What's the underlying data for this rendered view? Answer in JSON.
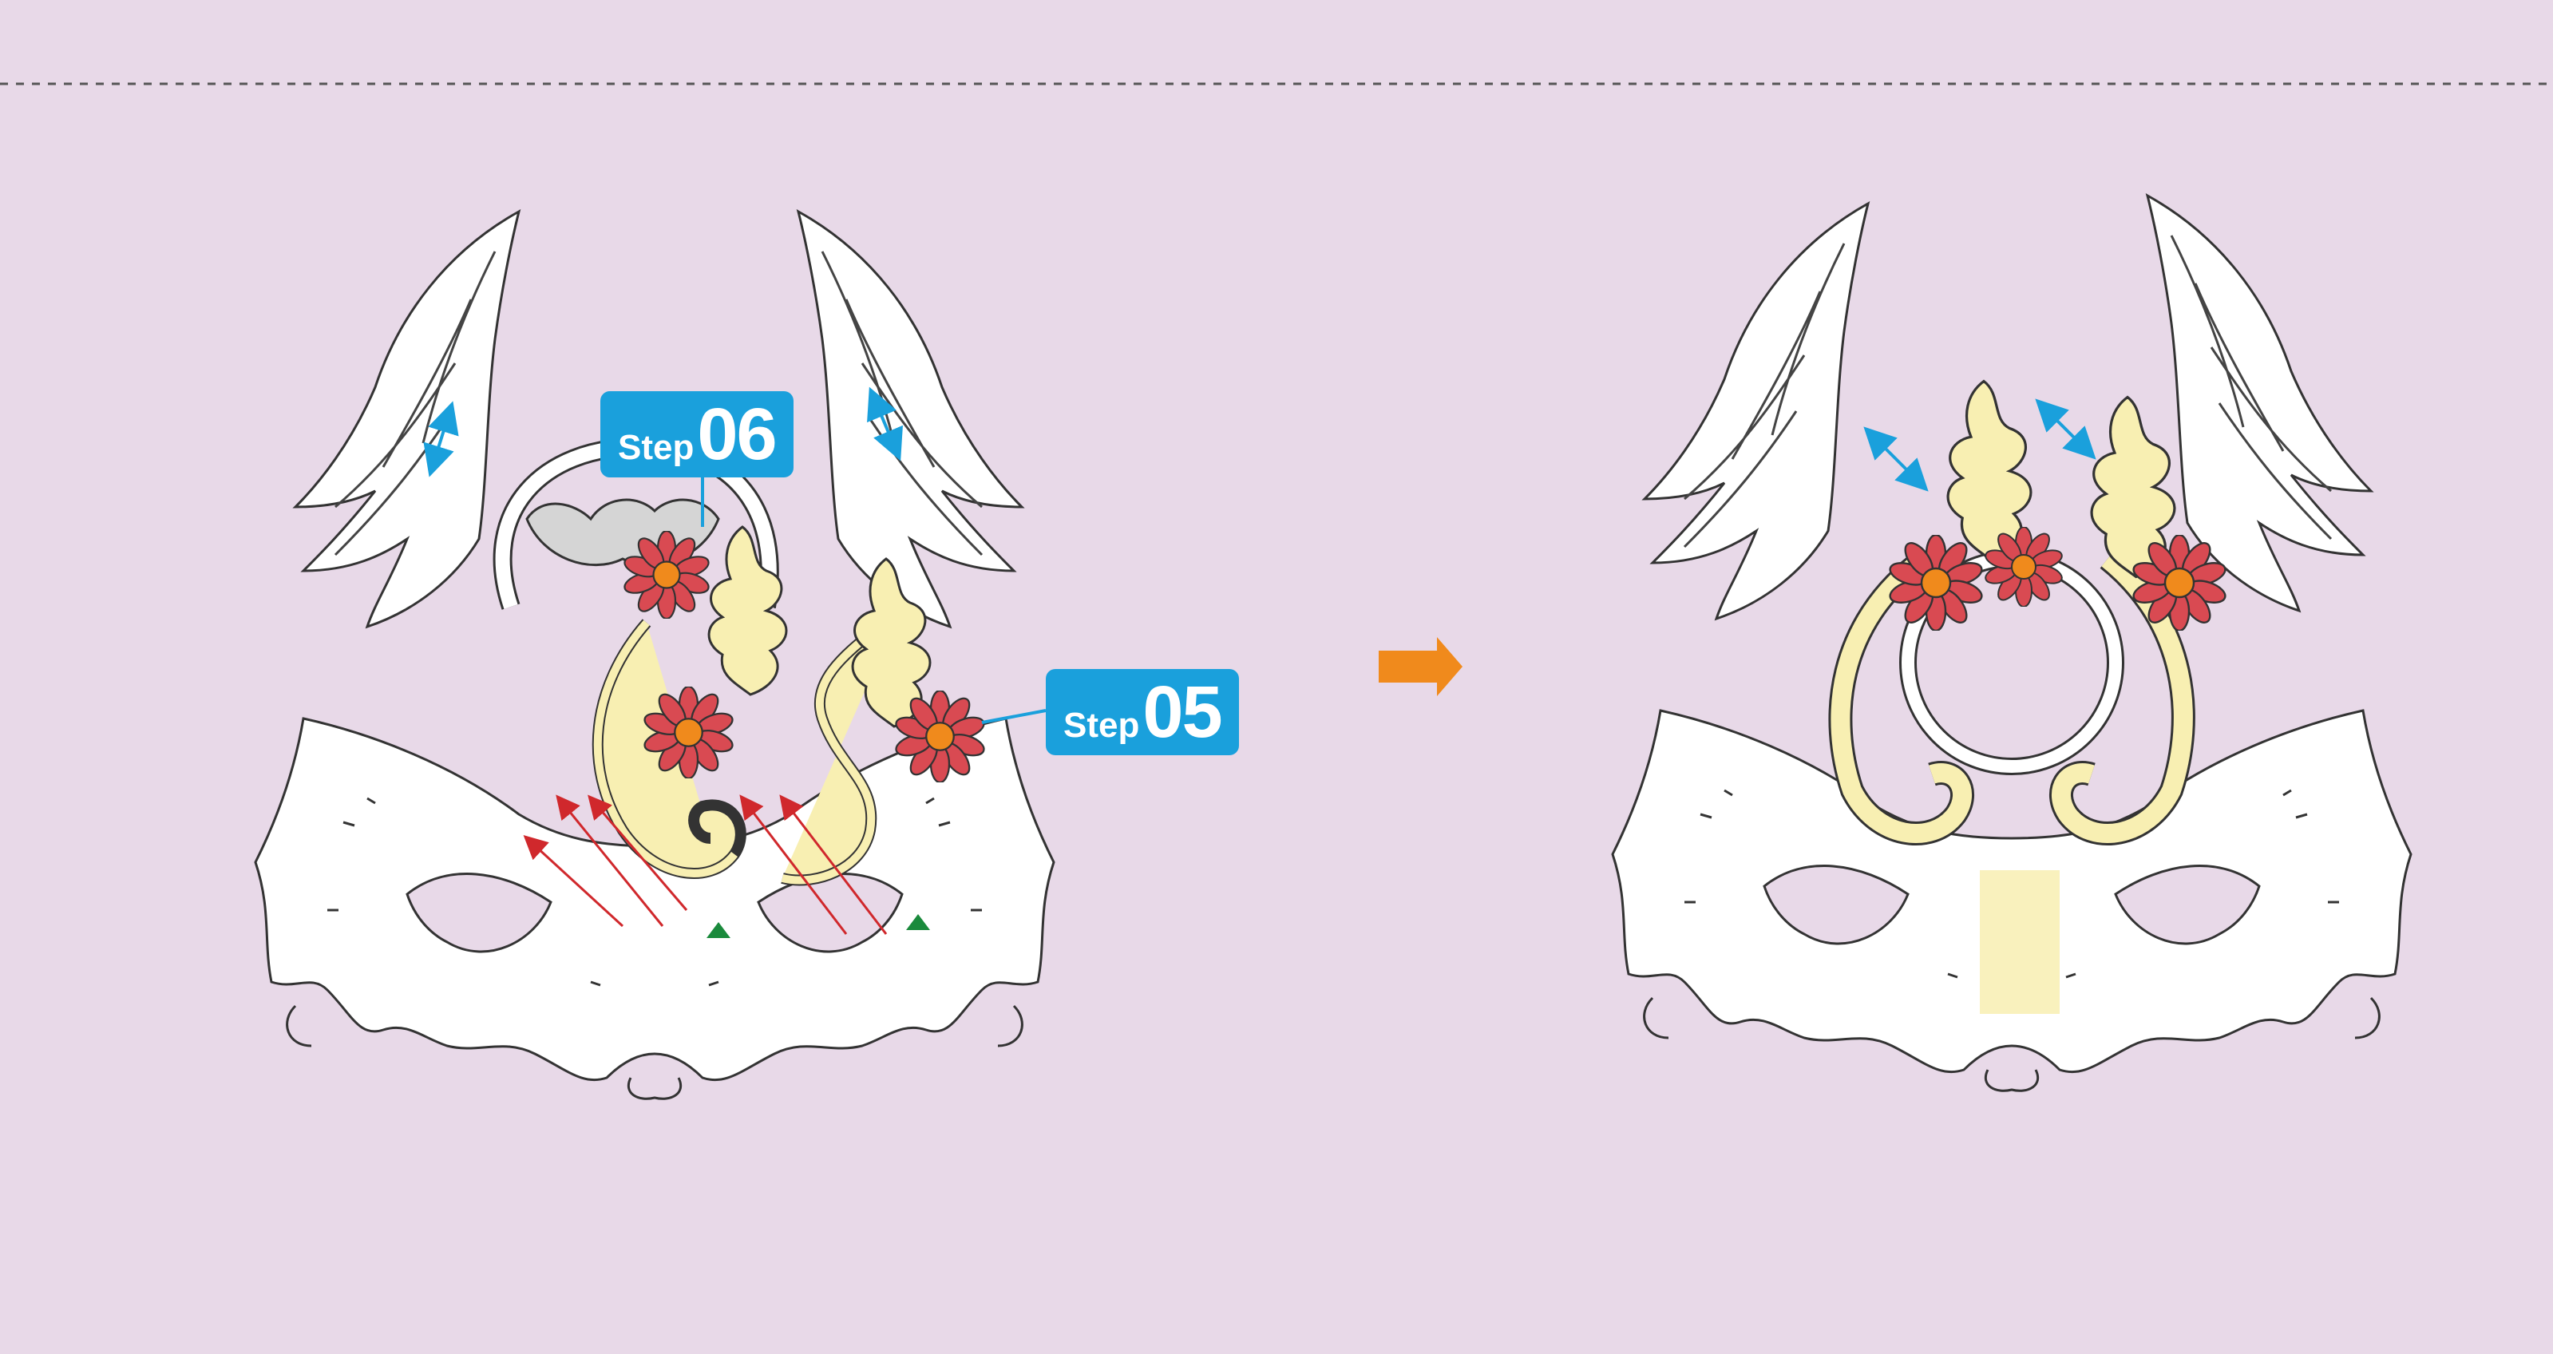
{
  "diagram": {
    "background_color": "#e8d9e8",
    "accent_color": "#1aa0dc",
    "arrow_color": "#f08a1c",
    "callouts": [
      {
        "prefix": "Step",
        "number": "06"
      },
      {
        "prefix": "Step",
        "number": "05"
      }
    ],
    "panels": [
      "before-assembly",
      "after-assembly"
    ],
    "icons": [
      "double-arrow-icon",
      "right-arrow-icon",
      "flower-icon",
      "triangle-marker-icon"
    ]
  }
}
